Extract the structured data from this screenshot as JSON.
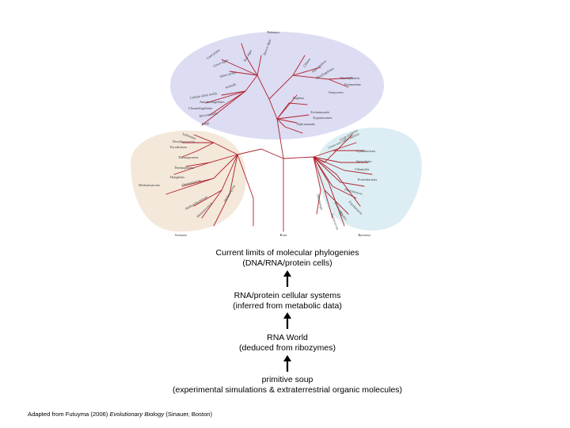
{
  "tree": {
    "domains": {
      "eukarya": "Eukarya",
      "archaea": "Archaea",
      "bacteria": "Bacteria",
      "root": "Root"
    },
    "eukarya_taxa": [
      "Land plants",
      "Green algae",
      "Brown algae",
      "Red algae",
      "Slime molds",
      "Amoeboflagellates",
      "Cellular slime molds",
      "Choanoflagellates",
      "Animals",
      "Microsporidia",
      "Fungi",
      "Ciliates",
      "Apicomplexa",
      "Dinoflagellates",
      "Diplomonads",
      "Trichomonads",
      "Euglena",
      "Trypanosomes",
      "Kinetoplastids",
      "Entamoebae",
      "Oomycetes"
    ],
    "archaea_taxa": [
      "Sulfolobus",
      "Desulfurococcus",
      "Pyrodictium",
      "Thermoproteus",
      "Thermoplasma",
      "Thermococcus",
      "Halophiles",
      "Methanosarcina",
      "Methanobacterium",
      "Methanococcus",
      "Methanopyrus"
    ],
    "bacteria_taxa": [
      "Green non-sulfur bacteria",
      "Cyanobacteria",
      "Spirochetes",
      "Chlamydia",
      "Proteobacteria",
      "Gram positives",
      "Planctomyces",
      "Flavobacteria",
      "Bacteroides",
      "Thermotoga",
      "Aquifex",
      "Deinococcus"
    ]
  },
  "captions": {
    "level1_title": "Current limits of molecular phylogenies",
    "level1_sub": "(DNA/RNA/protein cells)",
    "level2_title": "RNA/protein cellular systems",
    "level2_sub": "(inferred from metabolic data)",
    "level3_title": "RNA World",
    "level3_sub": "(deduced from ribozymes)",
    "level4_title": "primitive soup",
    "level4_sub": "(experimental simulations & extraterrestrial organic molecules)"
  },
  "credit": {
    "prefix": "Adapted from Futuyma (2006)",
    "book": "Evolutionary Biology",
    "publisher": "(Sinauer, Boston)"
  },
  "colors": {
    "eukarya_bg": "#dcdcf3",
    "archaea_bg": "#f3e8da",
    "bacteria_bg": "#dceef3",
    "branch": "#b0202a"
  }
}
